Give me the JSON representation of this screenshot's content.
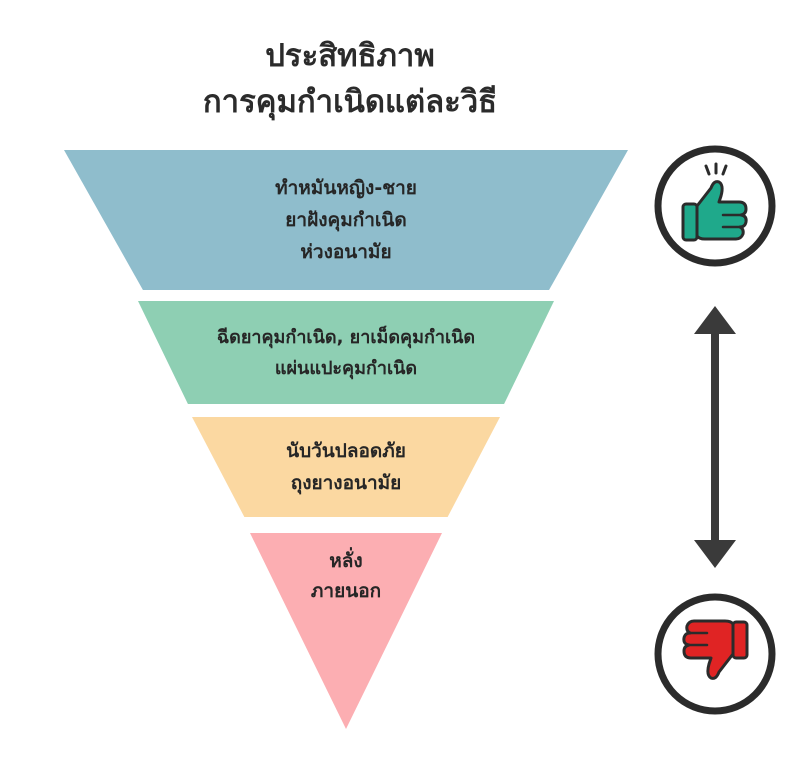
{
  "title": {
    "line1": "ประสิทธิภาพ",
    "line2": "การคุมกำเนิดแต่ละวิธี"
  },
  "tiers": [
    {
      "color": "#8fbdcc",
      "lines": [
        "ทำหมันหญิง-ชาย",
        "ยาฝังคุมกำเนิด",
        "ห่วงอนามัย"
      ]
    },
    {
      "color": "#8ecfb3",
      "lines": [
        "ฉีดยาคุมกำเนิด, ยาเม็ดคุมกำเนิด",
        "แผ่นแปะคุมกำเนิด"
      ]
    },
    {
      "color": "#fbd8a1",
      "lines": [
        "นับวันปลอดภัย",
        "ถุงยางอนามัย"
      ]
    },
    {
      "color": "#fcaeb2",
      "lines": [
        "หลั่ง",
        "ภายนอก"
      ]
    }
  ],
  "icons": {
    "top": "thumbs-up-icon",
    "bottom": "thumbs-down-icon",
    "middle": "double-arrow-vertical-icon"
  },
  "colors": {
    "thumbs_up": "#1fa98b",
    "thumbs_down": "#e02424",
    "outline": "#2b2b2b"
  }
}
